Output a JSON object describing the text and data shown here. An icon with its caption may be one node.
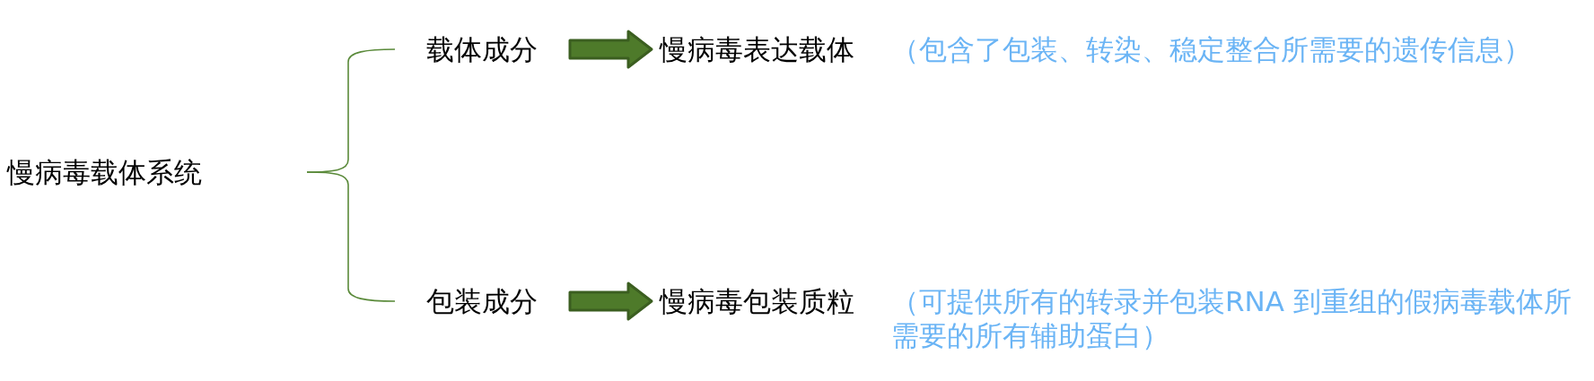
{
  "diagram": {
    "nodes": [
      {
        "text": [
          "慢病毒载体系统"
        ]
      },
      {
        "text": [
          "载体成分"
        ]
      },
      {
        "text": [
          "慢病毒表达载体"
        ],
        "beside": [
          "（包含了包装、转染、稳定整合所需要的遗传信息）"
        ]
      },
      {
        "text": [
          "包装成分"
        ]
      },
      {
        "text": [
          "慢病毒包装质粒"
        ],
        "beside": [
          "（可提供所有的转录并包装RNA 到重组的假病毒载体所需要的所有辅助蛋白）"
        ]
      }
    ],
    "edges": [
      {
        "from": 0,
        "to": 1,
        "arrow": "none"
      },
      {
        "from": 0,
        "to": 3,
        "arrow": "none"
      },
      {
        "from": 1,
        "to": 2,
        "arrow": "to",
        "style": "thick"
      },
      {
        "from": 3,
        "to": 4,
        "arrow": "to",
        "style": "thick"
      }
    ]
  }
}
